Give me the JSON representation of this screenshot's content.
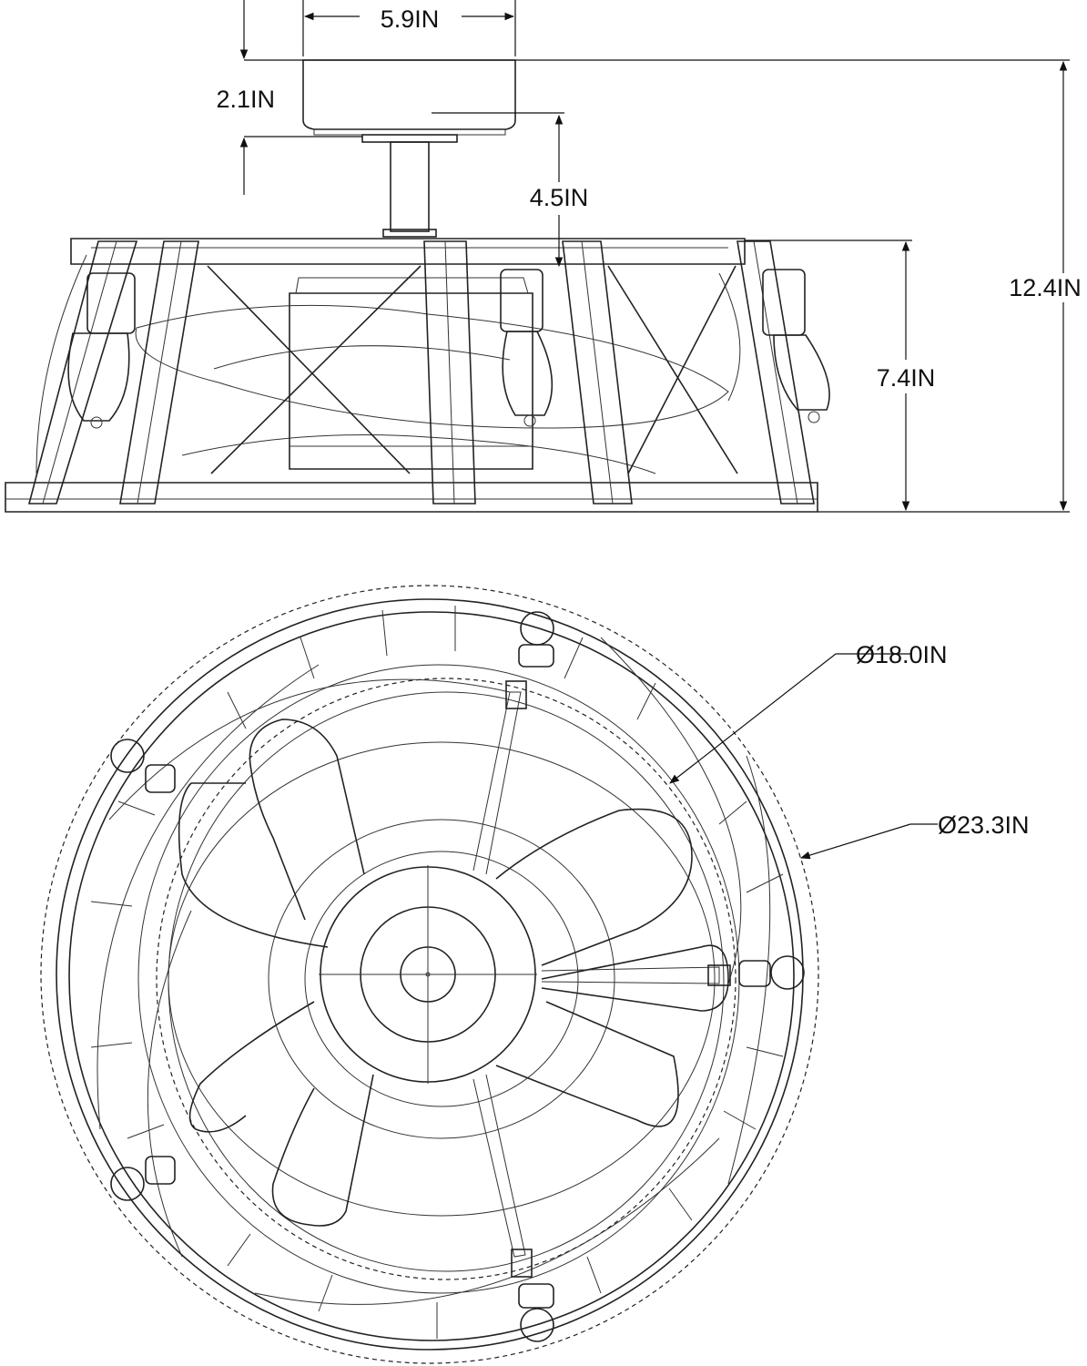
{
  "side_view": {
    "dimensions": {
      "canopy_width": "5.9IN",
      "canopy_height": "2.1IN",
      "downrod_drop": "4.5IN",
      "body_height": "7.4IN",
      "overall_height": "12.4IN"
    }
  },
  "bottom_view": {
    "dimensions": {
      "blade_span": "Ø18.0IN",
      "overall_diameter": "Ø23.3IN"
    }
  },
  "colors": {
    "line": "#222222",
    "background": "#ffffff"
  }
}
